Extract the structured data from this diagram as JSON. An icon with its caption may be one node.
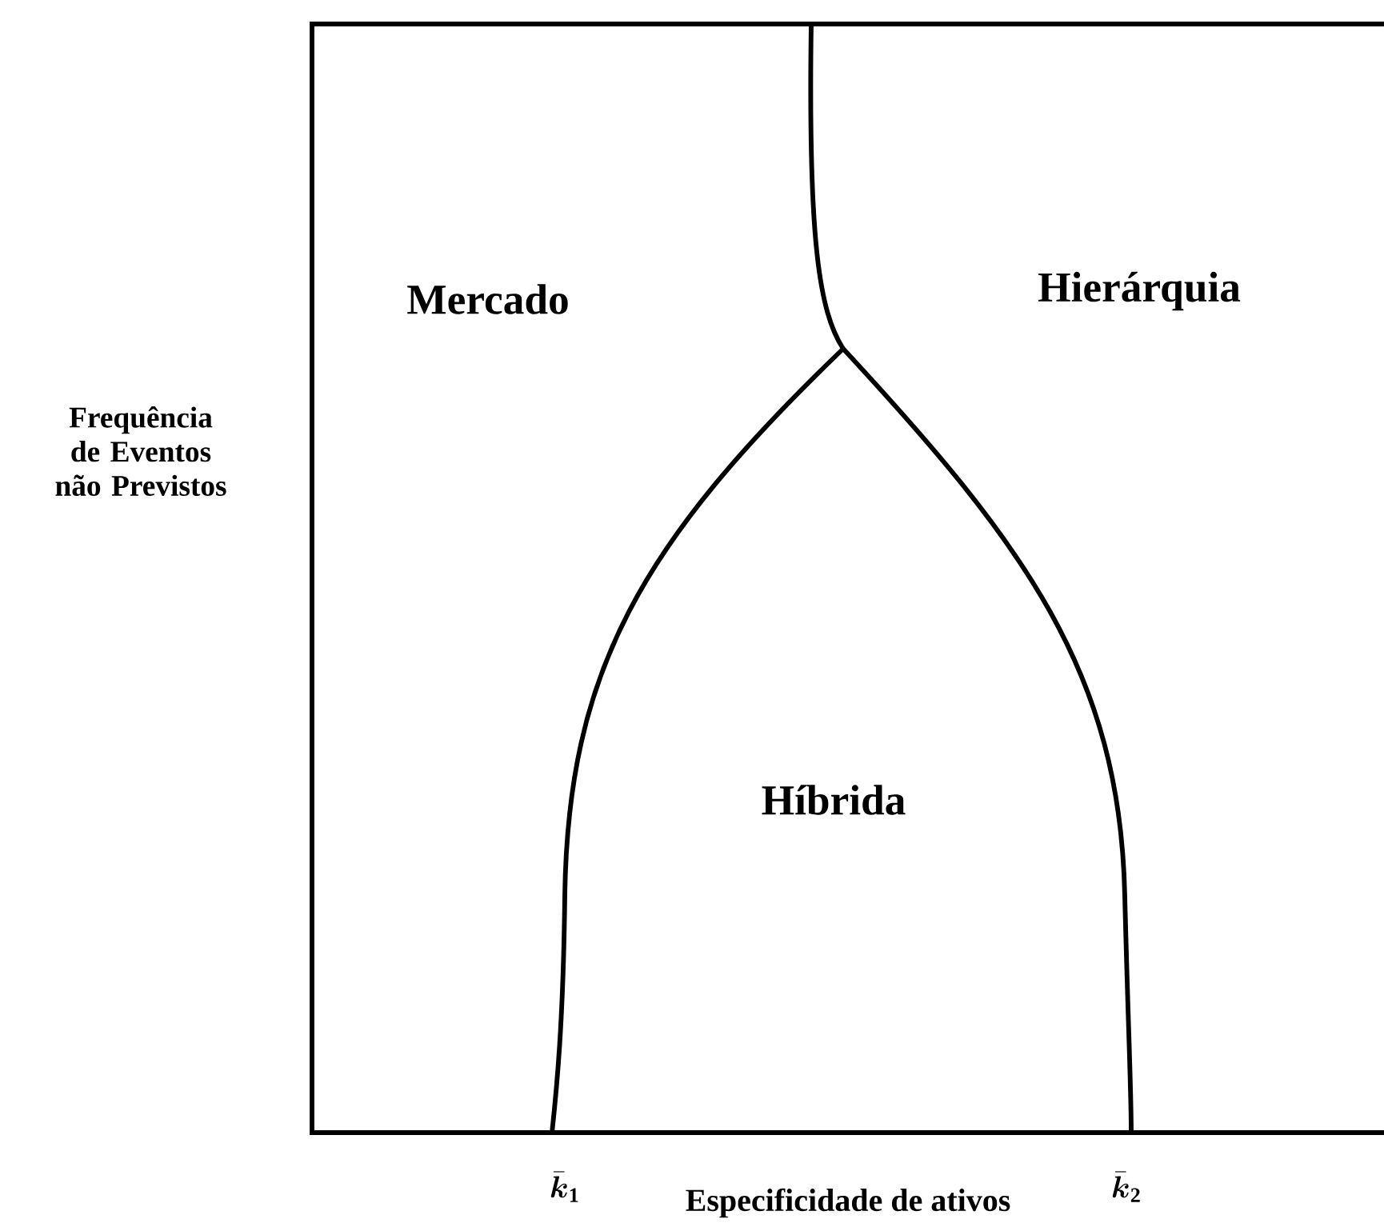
{
  "diagram": {
    "labels": [
      "Mercado",
      "Hierárquia",
      "Frequência de Eventos não Previstos",
      "Híbrida",
      "\\bar{\\boldsymbol{k}}_{\\mathbf{1}}",
      "\\bar{\\boldsymbol{k}}_{\\mathbf{2}}",
      "Especificidade de ativos"
    ]
  }
}
